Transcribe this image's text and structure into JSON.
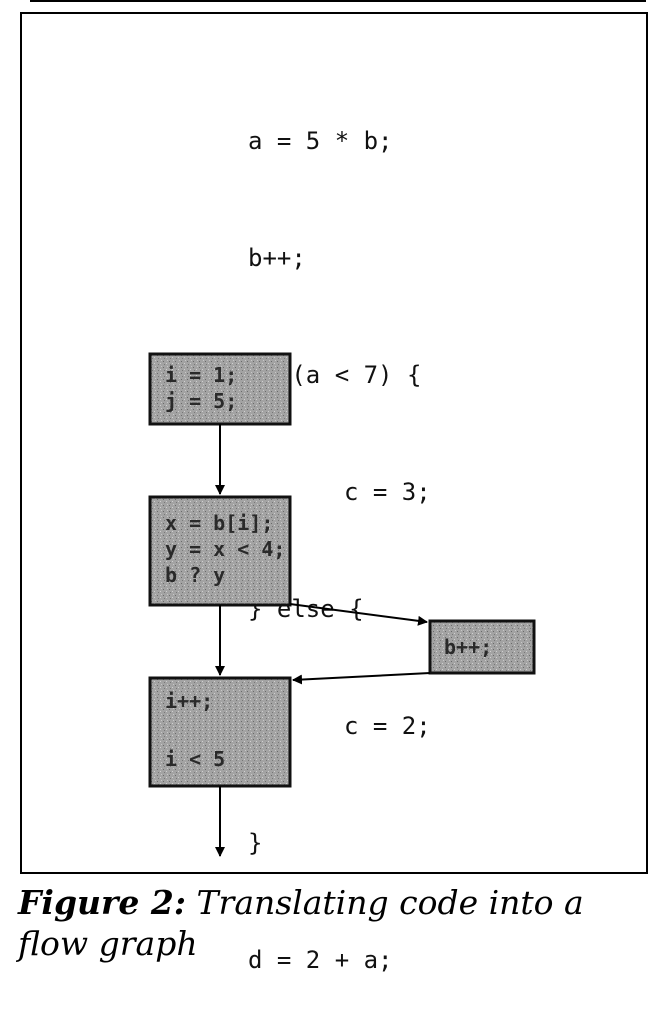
{
  "code": {
    "lines": [
      "a = 5 * b;",
      "b++;",
      "if (a < 7) {",
      "c = 3;",
      "} else {",
      "c = 2;",
      "}",
      "d = 2 + a;"
    ]
  },
  "graph": {
    "nodes": {
      "entry": {
        "lines": [
          "i = 1;",
          "j = 5;"
        ]
      },
      "branch": {
        "lines": [
          "x = b[i];",
          "y = x < 4;",
          "b ? y"
        ]
      },
      "side": {
        "lines": [
          "b++;"
        ]
      },
      "merge": {
        "lines": [
          "i++;",
          "",
          "i < 5"
        ]
      }
    },
    "fill_color": "#9a9a9a",
    "border_color": "#111111"
  },
  "caption": {
    "label": "Figure 2:",
    "text": " Translating code into a flow graph"
  }
}
